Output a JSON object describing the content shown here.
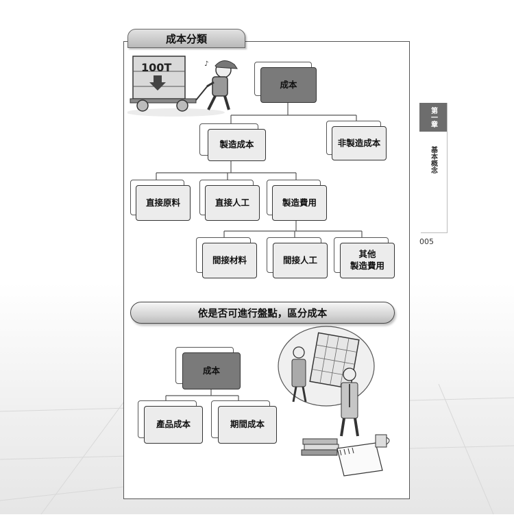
{
  "header": {
    "section_title": "成本分類"
  },
  "side": {
    "chapter": "第一章",
    "chapter_title": "基本概念",
    "page_number": "005"
  },
  "chart1": {
    "root": "成本",
    "level1": [
      "製造成本",
      "非製造成本"
    ],
    "level2": [
      "直接原料",
      "直接人工",
      "製造費用"
    ],
    "level3": [
      "間接材料",
      "間接人工",
      "其他製造費用"
    ]
  },
  "chart1_level3_other": {
    "line1": "其他",
    "line2": "製造費用"
  },
  "banner": {
    "text": "依是否可進行盤點，區分成本"
  },
  "chart2": {
    "root": "成本",
    "children": [
      "產品成本",
      "期間成本"
    ]
  },
  "illustrations": [
    {
      "icon": "cart-worker-illustration",
      "sign_text": "100T"
    },
    {
      "icon": "office-workers-illustration"
    }
  ]
}
